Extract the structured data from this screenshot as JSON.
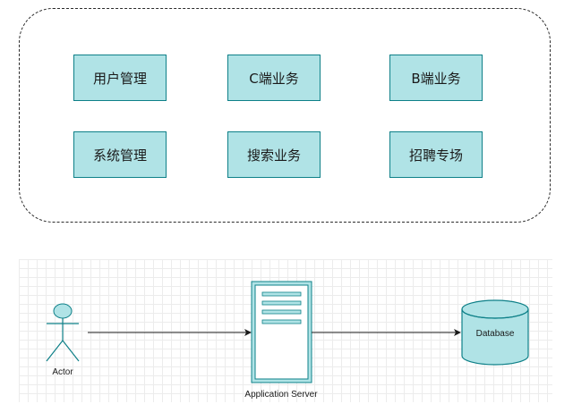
{
  "modules": [
    {
      "label": "用户管理"
    },
    {
      "label": "C端业务"
    },
    {
      "label": "B端业务"
    },
    {
      "label": "系统管理"
    },
    {
      "label": "搜索业务"
    },
    {
      "label": "招聘专场"
    }
  ],
  "flow": {
    "actor_label": "Actor",
    "server_label": "Application Server",
    "database_label": "Database"
  },
  "colors": {
    "node_fill": "#b0e3e6",
    "node_stroke": "#0e8088"
  }
}
